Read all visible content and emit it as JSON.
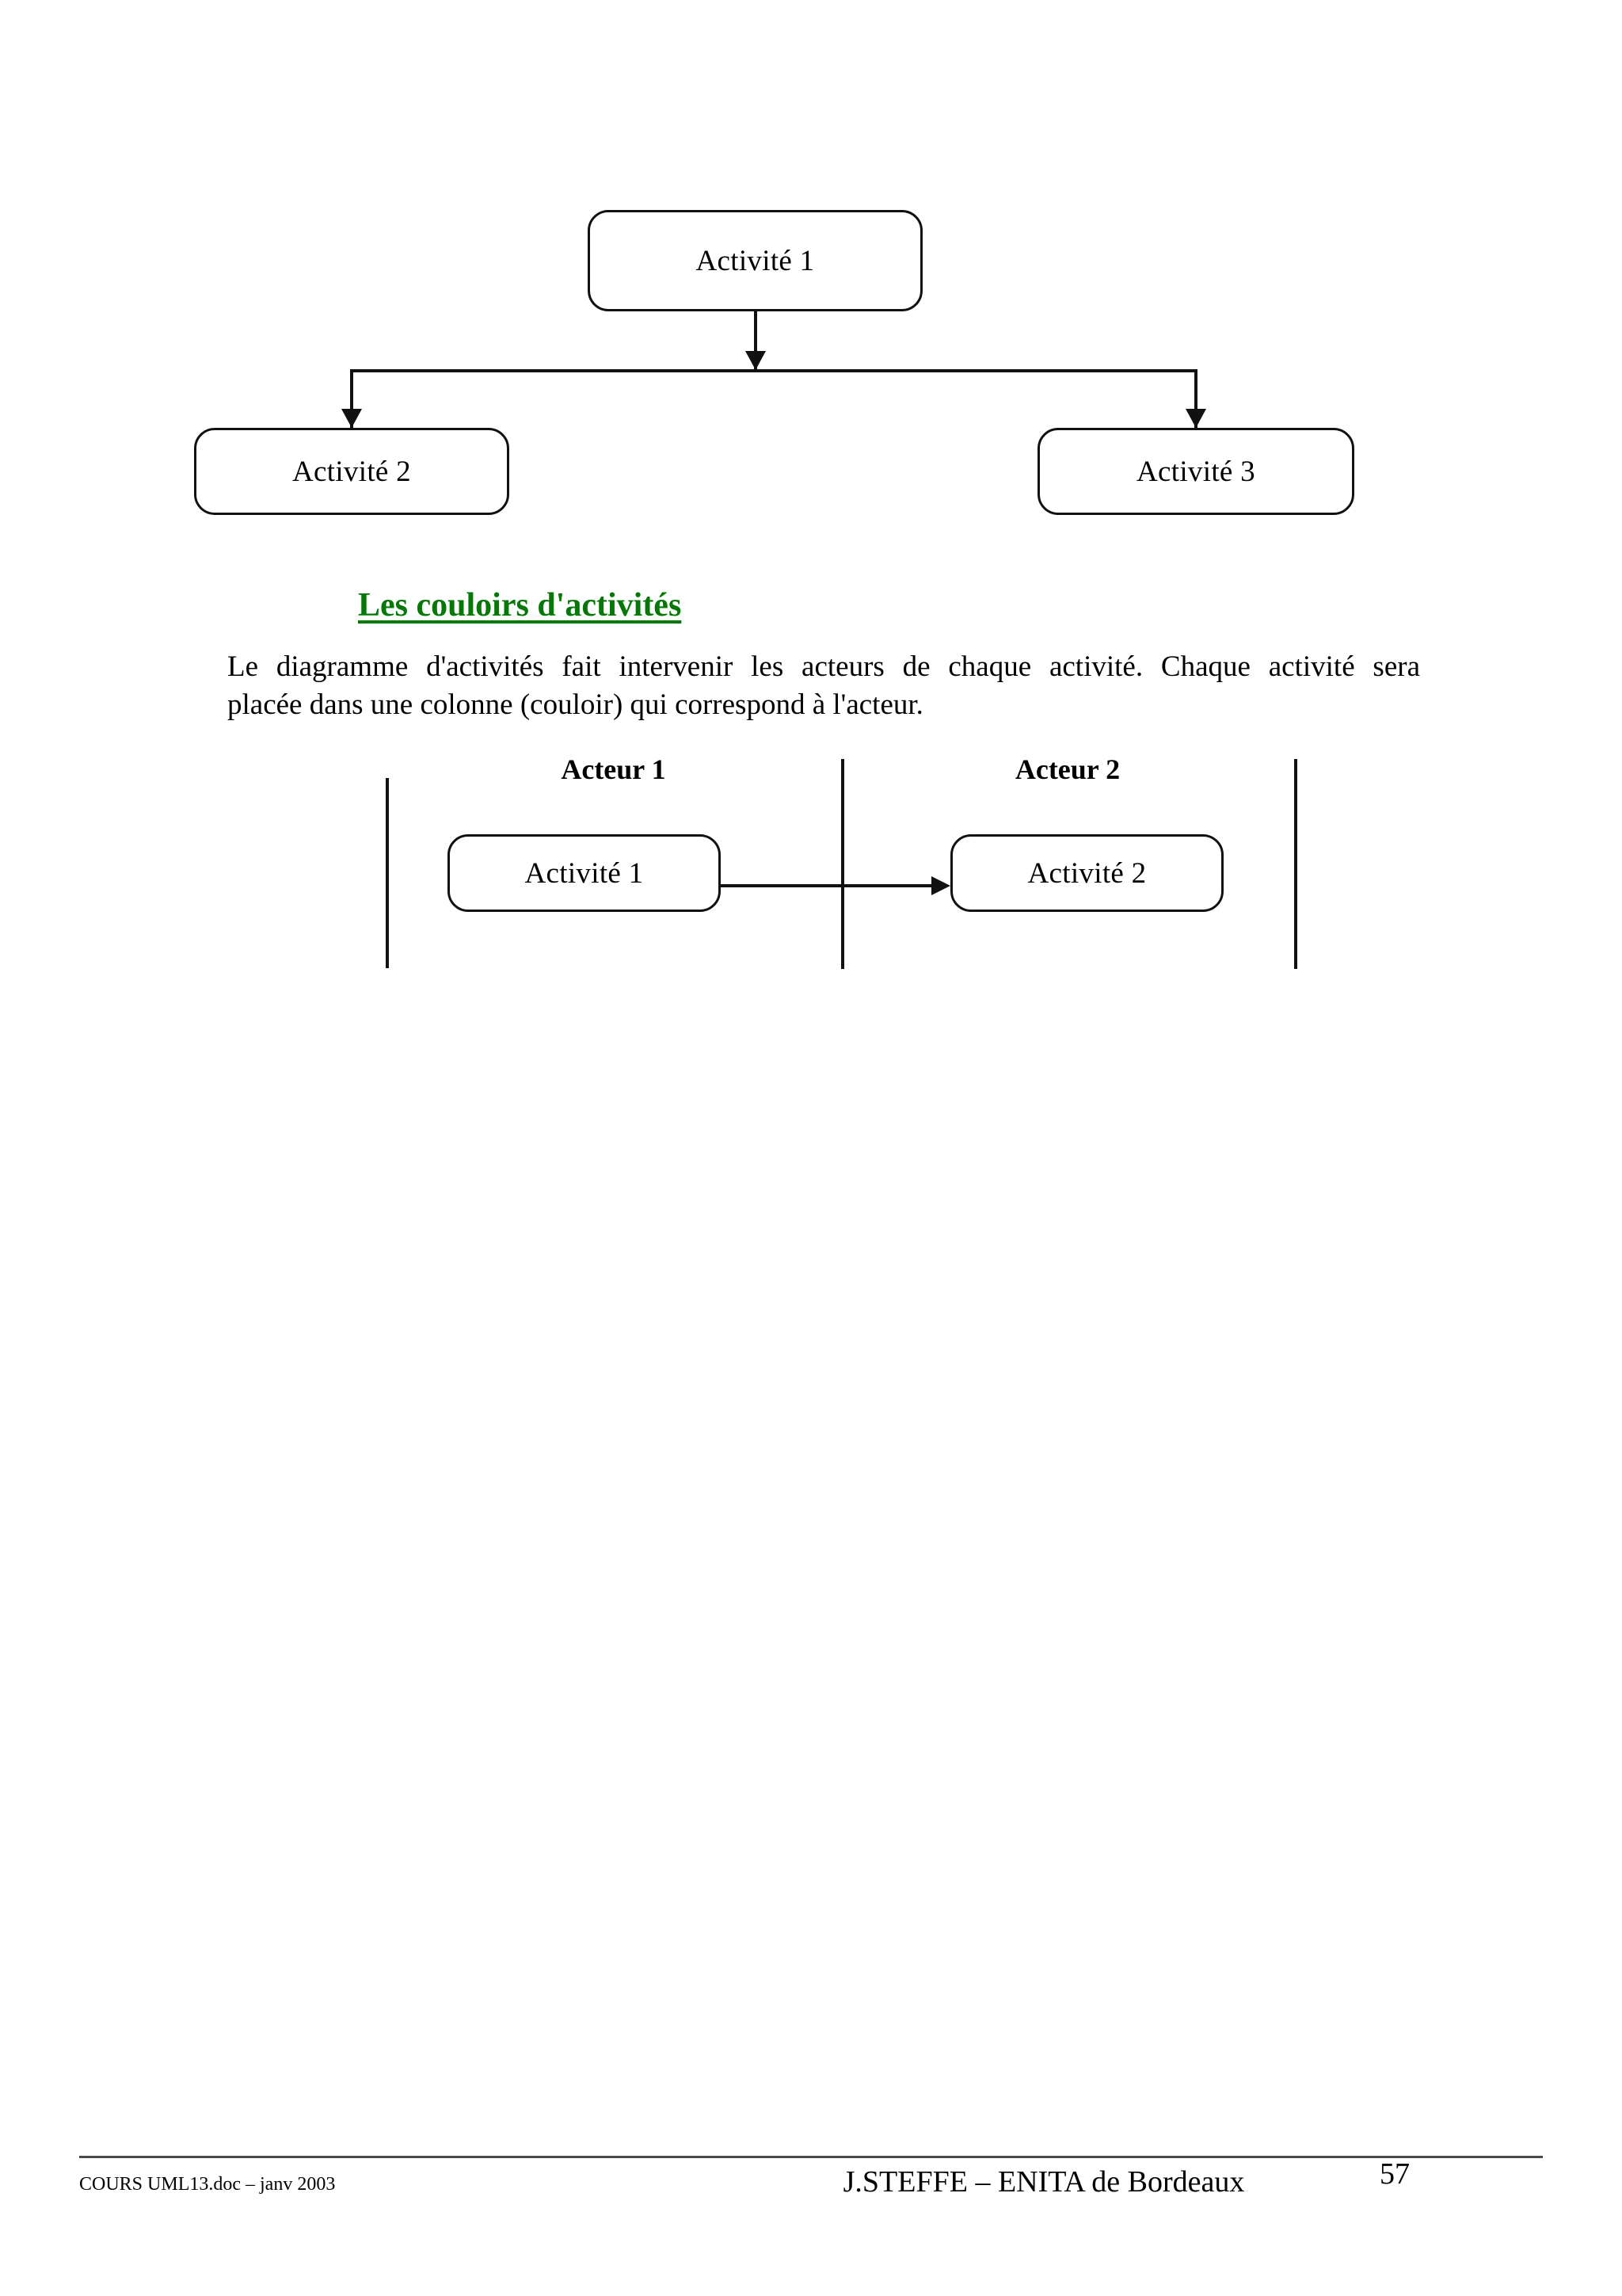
{
  "document": {
    "page_number": "57"
  },
  "fork_diagram": {
    "boxes": [
      {
        "label": "Activité 1"
      },
      {
        "label": "Activité 2"
      },
      {
        "label": "Activité 3"
      }
    ]
  },
  "section": {
    "heading": "Les couloirs d'activités",
    "paragraph_lines": [
      "Le diagramme d'activités fait intervenir les acteurs de chaque activité. Chaque activité sera",
      "placée dans une colonne (couloir) qui correspond à l'acteur."
    ]
  },
  "swimlane_diagram": {
    "lanes": [
      {
        "title": "Acteur 1",
        "activity": "Activité 1"
      },
      {
        "title": "Acteur 2",
        "activity": "Activité 2"
      }
    ]
  },
  "footer": {
    "left": "COURS UML13.doc – janv 2003",
    "center": "J.STEFFE – ENITA de Bordeaux",
    "page": "57"
  },
  "colors": {
    "heading_green": "#067808",
    "ink": "#111111"
  }
}
